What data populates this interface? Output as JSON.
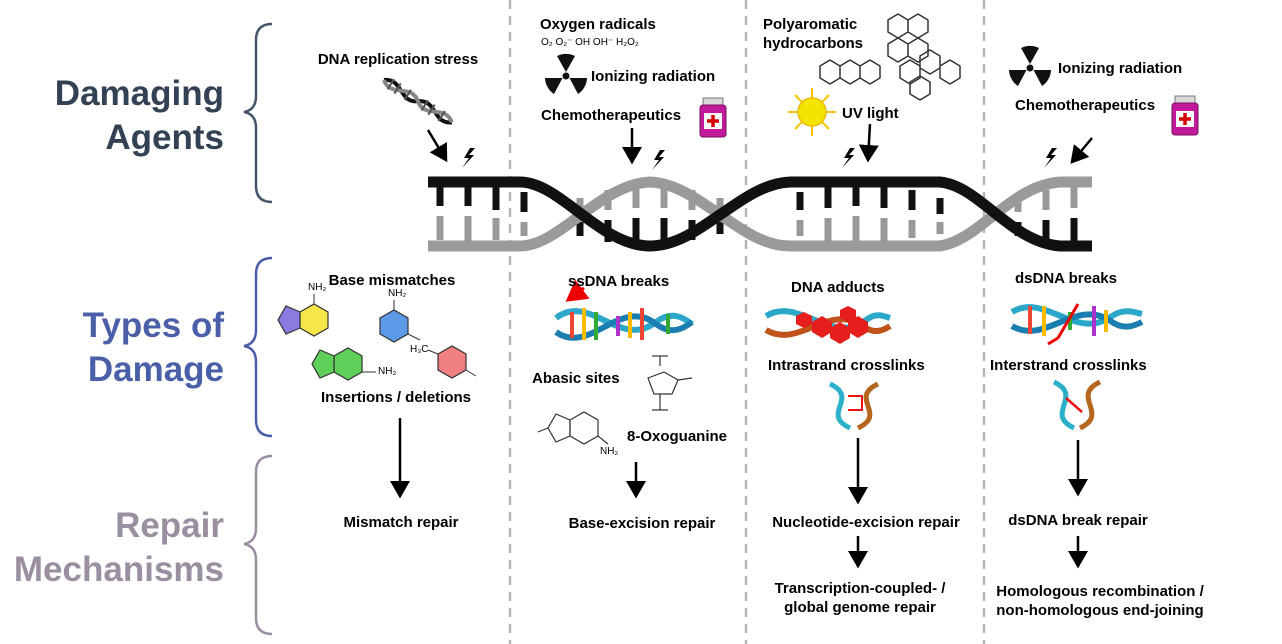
{
  "rows": {
    "damaging_agents": {
      "line1": "Damaging",
      "line2": "Agents",
      "color": "#334155"
    },
    "types_of_damage": {
      "line1": "Types of",
      "line2": "Damage",
      "color": "#4a5fa8"
    },
    "repair_mechanisms": {
      "line1": "Repair",
      "line2": "Mechanisms",
      "color": "#9a8fa0"
    }
  },
  "columns": [
    {
      "agents": {
        "a1": "DNA replication stress"
      },
      "damage": {
        "d1": "Base mismatches",
        "d2": "Insertions / deletions"
      },
      "repair": {
        "r1": "Mismatch repair"
      }
    },
    {
      "agents": {
        "a1": "Oxygen radicals",
        "a1_species": "O₂  O₂⁻  OH  OH⁻  H₂O₂",
        "a2": "Ionizing radiation",
        "a3": "Chemotherapeutics"
      },
      "damage": {
        "d1": "ssDNA breaks",
        "d2": "Abasic sites",
        "d3": "8-Oxoguanine"
      },
      "repair": {
        "r1": "Base-excision repair"
      }
    },
    {
      "agents": {
        "a1_line1": "Polyaromatic",
        "a1_line2": "hydrocarbons",
        "a2": "UV light"
      },
      "damage": {
        "d1": "DNA adducts",
        "d2": "Intrastrand crosslinks"
      },
      "repair": {
        "r1": "Nucleotide-excision repair",
        "r2_line1": "Transcription-coupled- /",
        "r2_line2": "global genome repair"
      }
    },
    {
      "agents": {
        "a1": "Ionizing radiation",
        "a2": "Chemotherapeutics"
      },
      "damage": {
        "d1": "dsDNA breaks",
        "d2": "Interstrand crosslinks"
      },
      "repair": {
        "r1": "dsDNA break repair",
        "r2_line1": "Homologous recombination /",
        "r2_line2": "non-homologous end-joining"
      }
    }
  ],
  "molecule_labels": {
    "adenine": "NH₂",
    "cytosine": "NH₂",
    "guanine_nh2": "NH₂",
    "thymine_me": "H₃C",
    "oxog": "NH₂"
  },
  "icon_names": [
    "dna-helix-icon",
    "radiation-icon",
    "medicine-bottle-icon",
    "sun-icon",
    "lightning-icon",
    "polyaromatic-ring-icon"
  ],
  "colors": {
    "helix_dark": "#111111",
    "helix_light": "#9a9a9a",
    "divider": "#b5b5b5",
    "bracket": "#44556b",
    "bottle": "#c2189a",
    "sun": "#f5d800"
  }
}
